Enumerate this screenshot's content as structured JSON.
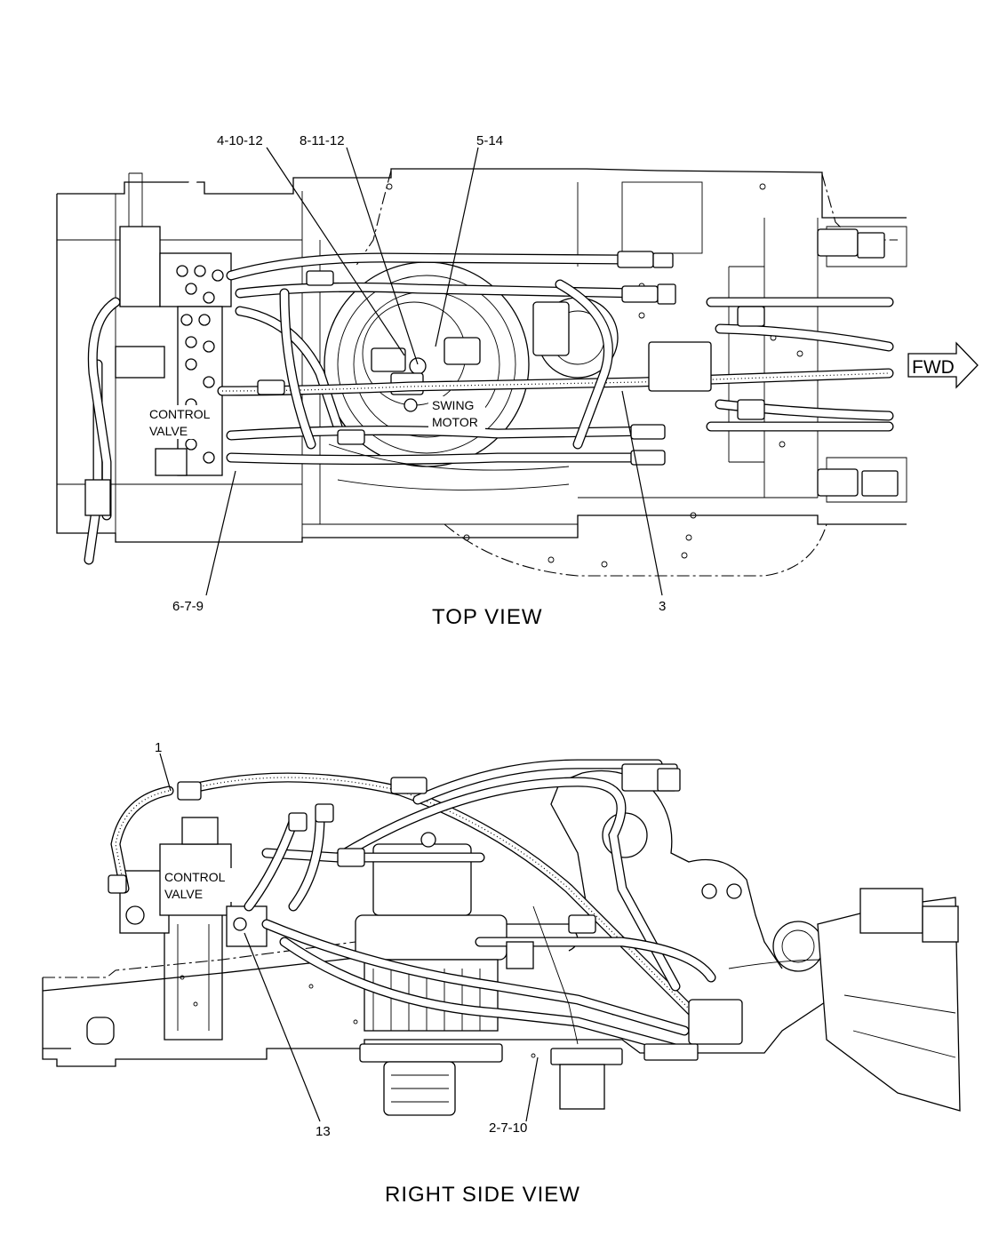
{
  "top_view": {
    "title": "TOP VIEW",
    "callouts": [
      "4-10-12",
      "8-11-12",
      "5-14",
      "6-7-9",
      "3"
    ],
    "labels": {
      "control_valve": [
        "CONTROL",
        "VALVE"
      ],
      "swing_motor": [
        "SWING",
        "MOTOR"
      ]
    },
    "direction_arrow": "FWD"
  },
  "side_view": {
    "title": "RIGHT SIDE VIEW",
    "callouts": [
      "1",
      "13",
      "2-7-10"
    ],
    "labels": {
      "control_valve": [
        "CONTROL",
        "VALVE"
      ]
    }
  }
}
